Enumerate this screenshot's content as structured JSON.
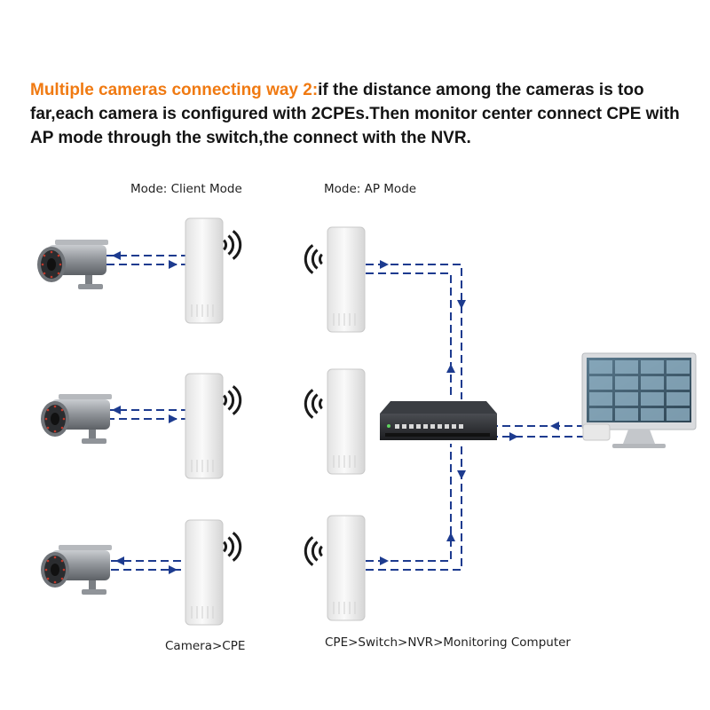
{
  "heading": {
    "highlight": "Multiple cameras connecting way 2:",
    "body": "if the distance among the cameras is too far,each camera is configured with 2CPEs.Then monitor center connect CPE with AP mode through the switch,the connect with the NVR."
  },
  "labels": {
    "client_mode": "Mode: Client Mode",
    "ap_mode": "Mode: AP Mode",
    "camera_cpe": "Camera>CPE",
    "chain": "CPE>Switch>NVR>Monitoring Computer"
  },
  "colors": {
    "highlight": "#f07a12",
    "link": "#1d3b8f",
    "cpe_body": "#f1f1f1",
    "switch_body": "#2b2d30",
    "camera_body": "#9a9da2"
  },
  "icons": {
    "camera": "security-camera-icon",
    "cpe": "outdoor-cpe-icon",
    "signal": "wifi-signal-icon",
    "switch": "network-switch-icon",
    "monitor": "monitoring-computer-icon"
  }
}
